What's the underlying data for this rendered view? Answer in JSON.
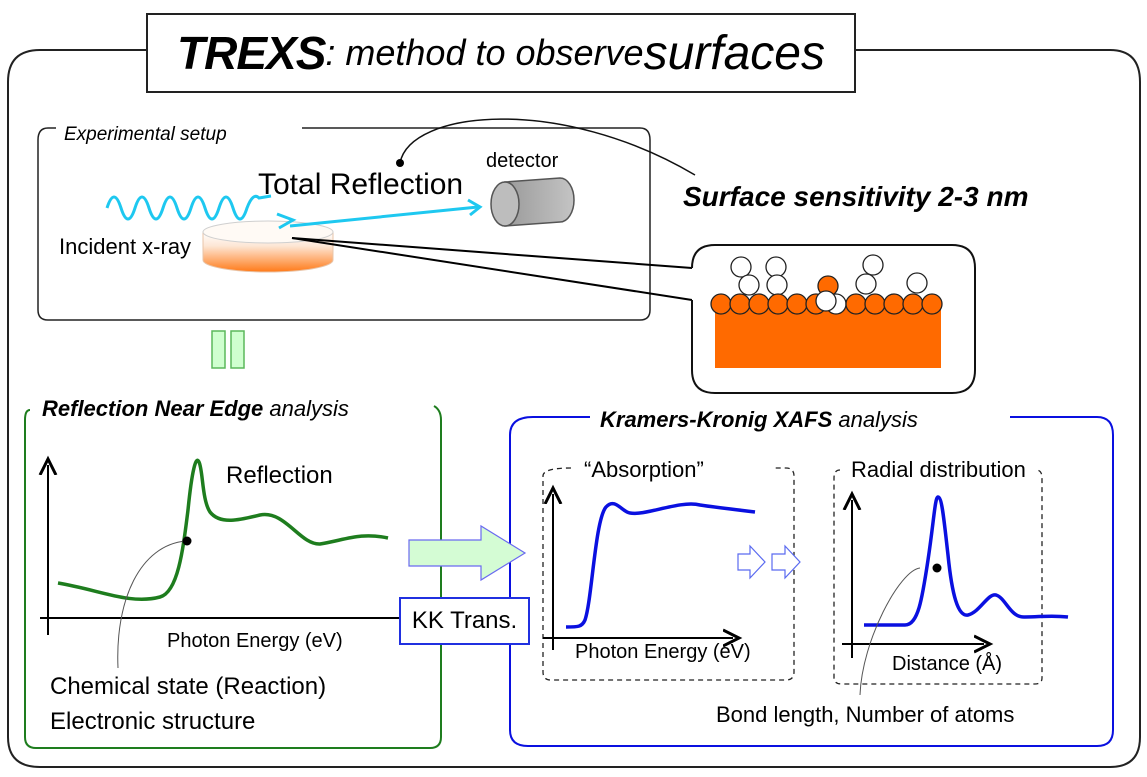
{
  "title": {
    "strong": "TREXS",
    "middle": ": method to observe ",
    "big": "surfaces"
  },
  "setup": {
    "label": "Experimental setup",
    "total_reflection": "Total Reflection",
    "detector": "detector",
    "incident": "Incident x-ray",
    "surface_sensitivity": "Surface sensitivity 2-3 nm",
    "colors": {
      "xray": "#1ec8f0",
      "sample": "#ff6a00",
      "detector": "#b0b0b0"
    }
  },
  "equals_icon": "equals-icon",
  "rne": {
    "title_bold": "Reflection Near Edge",
    "title_rest": " analysis",
    "curve_label": "Reflection",
    "xlabel": "Photon Energy (eV)",
    "note1": "Chemical state (Reaction)",
    "note2": "Electronic structure",
    "color": "#1e7d1e"
  },
  "kk_trans": "KK Trans.",
  "kk": {
    "title_bold": "Kramers-Kronig XAFS",
    "title_rest": " analysis",
    "absorption_title": "“Absorption”",
    "absorption_xlabel": "Photon Energy (eV)",
    "radial_title": "Radial distribution",
    "radial_xlabel": "Distance (Å)",
    "note": "Bond length, Number of atoms",
    "color": "#0a10e0"
  }
}
